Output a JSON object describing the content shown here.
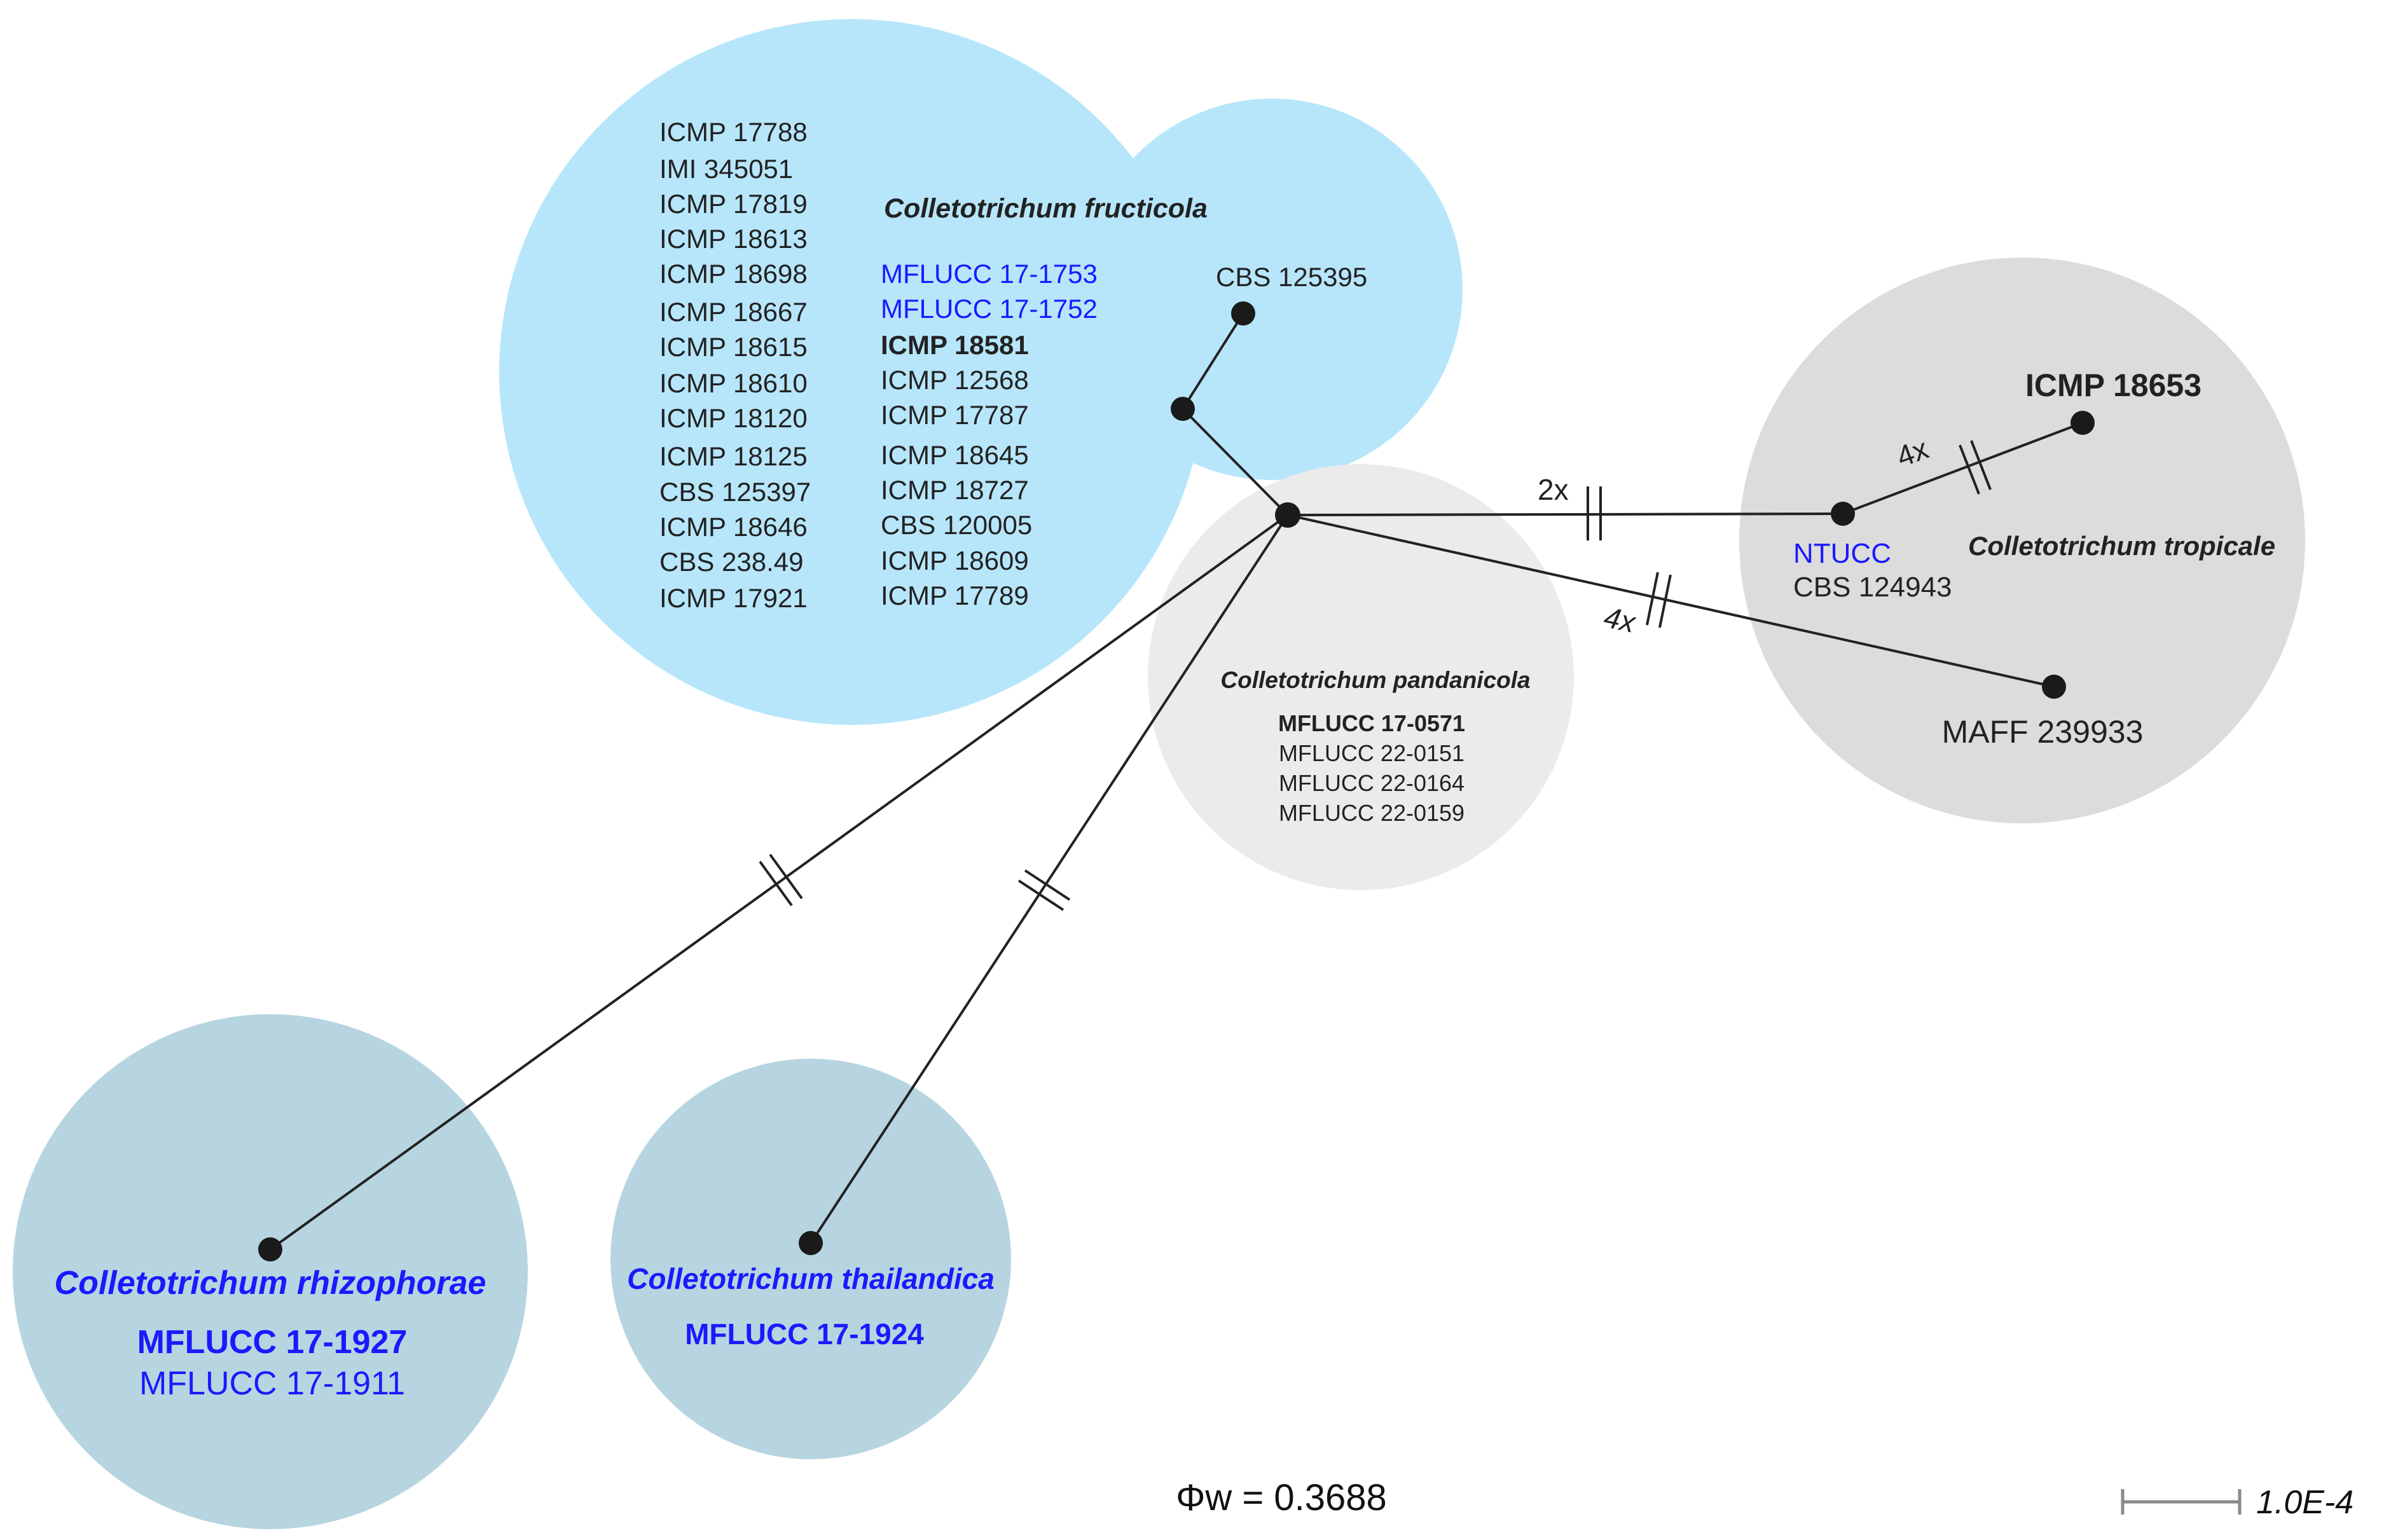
{
  "colors": {
    "fructicola_bubble": "#b7e6fb",
    "pandanicola_bubble": "#ebebeb",
    "tropicale_bubble": "#dcdcdc",
    "rhizophorae_bubble": "#b7d5e0",
    "thailandica_bubble": "#b7d5e0",
    "node": "#1a1a1a",
    "edge": "#222222",
    "text_dark": "#222222",
    "text_blue": "#1a1aff",
    "scale_bar": "#8a8a8a"
  },
  "clusters": {
    "fructicola": {
      "species": "Colletotrichum fructicola",
      "isolates_col1": [
        "ICMP 17788",
        "IMI 345051",
        "ICMP 17819",
        "ICMP 18613",
        "ICMP 18698",
        "ICMP 18667",
        "ICMP 18615",
        "ICMP 18610",
        "ICMP 18120",
        "ICMP 18125",
        "CBS 125397",
        "ICMP 18646",
        "CBS 238.49",
        "ICMP 17921"
      ],
      "isolates_col2": [
        "MFLUCC 17-1753",
        "MFLUCC 17-1752",
        "ICMP 18581",
        "ICMP 12568",
        "ICMP 17787",
        "ICMP 18645",
        "ICMP 18727",
        "CBS 120005",
        "ICMP 18609",
        "ICMP 17789"
      ],
      "isolates_col2_blue": [
        true,
        true,
        false,
        false,
        false,
        false,
        false,
        false,
        false,
        false
      ],
      "isolates_col2_bold": [
        false,
        false,
        true,
        false,
        false,
        false,
        false,
        false,
        false,
        false
      ],
      "side_isolate": "CBS 125395"
    },
    "pandanicola": {
      "species": "Colletotrichum pandanicola",
      "isolates": [
        "MFLUCC 17-0571",
        "MFLUCC 22-0151",
        "MFLUCC 22-0164",
        "MFLUCC 22-0159"
      ],
      "bold": [
        true,
        false,
        false,
        false
      ]
    },
    "tropicale": {
      "species": "Colletotrichum tropicale",
      "type_isolate": "ICMP 18653",
      "hub_isolate_blue": "NTUCC",
      "hub_isolate": "CBS 124943",
      "branch_isolate": "MAFF 239933"
    },
    "rhizophorae": {
      "species": "Colletotrichum rhizophorae",
      "isolate_type": "MFLUCC 17-1927",
      "isolate_other": "MFLUCC 17-1911"
    },
    "thailandica": {
      "species": "Colletotrichum thailandica",
      "isolate_type": "MFLUCC 17-1924"
    }
  },
  "edges": {
    "to_tropicale_label": "2x",
    "to_icmp18653_label": "4x",
    "to_maff_label": "4x"
  },
  "phi_label": "Φw = 0.3688",
  "scale_label": "1.0E-4"
}
